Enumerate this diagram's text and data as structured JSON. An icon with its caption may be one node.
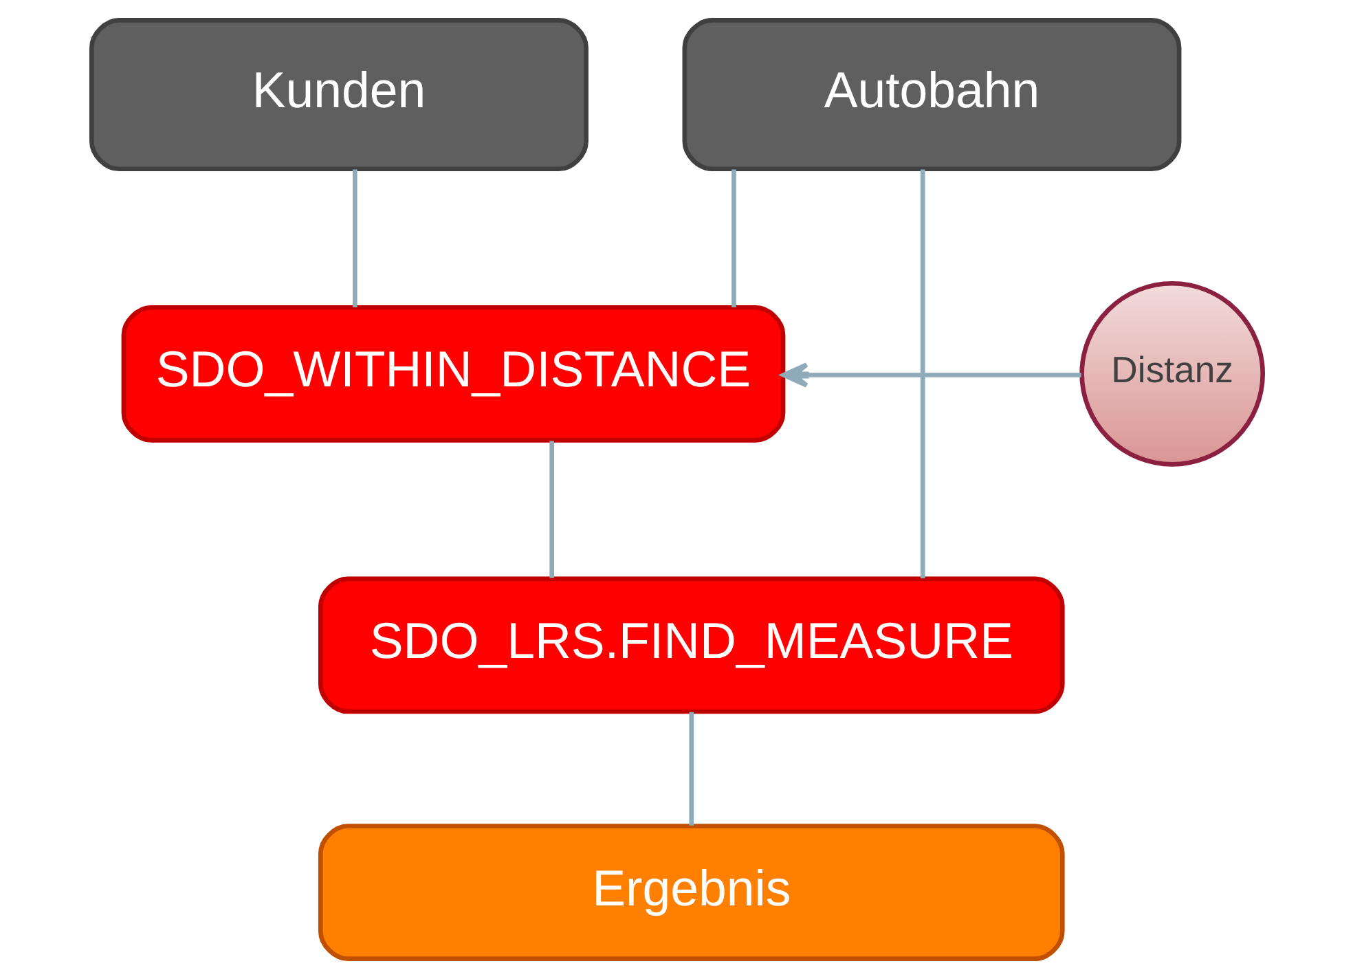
{
  "diagram": {
    "nodes": [
      {
        "text": [
          "Autobahn"
        ]
      },
      {
        "text": [
          "Kunden"
        ]
      },
      {
        "text": [
          "SDO_WITHIN_DISTANCE"
        ]
      },
      {
        "text": [
          "Distanz"
        ]
      },
      {
        "text": [
          "SDO_LRS.FIND_MEASURE"
        ]
      },
      {
        "text": [
          "Ergebnis"
        ]
      }
    ],
    "edges": [
      {
        "from": 0,
        "to": 2,
        "arrow": "none"
      },
      {
        "from": 1,
        "to": 2,
        "arrow": "none"
      },
      {
        "from": 3,
        "to": 2,
        "arrow": "to"
      },
      {
        "from": 0,
        "to": 4,
        "arrow": "none"
      },
      {
        "from": 2,
        "to": 4,
        "arrow": "none"
      },
      {
        "from": 4,
        "to": 5,
        "arrow": "none"
      }
    ]
  }
}
